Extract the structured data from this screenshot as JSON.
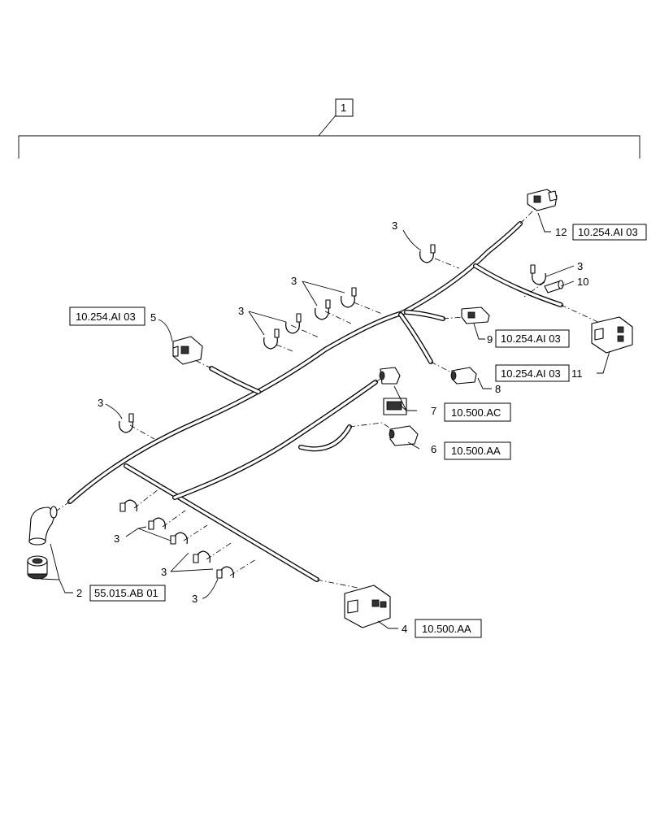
{
  "assembly_callout": "1",
  "callouts": {
    "clip_3": "3",
    "c2": "2",
    "c4": "4",
    "c5": "5",
    "c6": "6",
    "c7": "7",
    "c8": "8",
    "c9": "9",
    "c10": "10",
    "c11": "11",
    "c12": "12"
  },
  "refs": {
    "r12": "10.254.AI 03",
    "r5": "10.254.AI 03",
    "r9": "10.254.AI 03",
    "r11": "10.254.AI 03",
    "r7": "10.500.AC",
    "r6": "10.500.AA",
    "r2": "55.015.AB 01",
    "r4": "10.500.AA"
  }
}
